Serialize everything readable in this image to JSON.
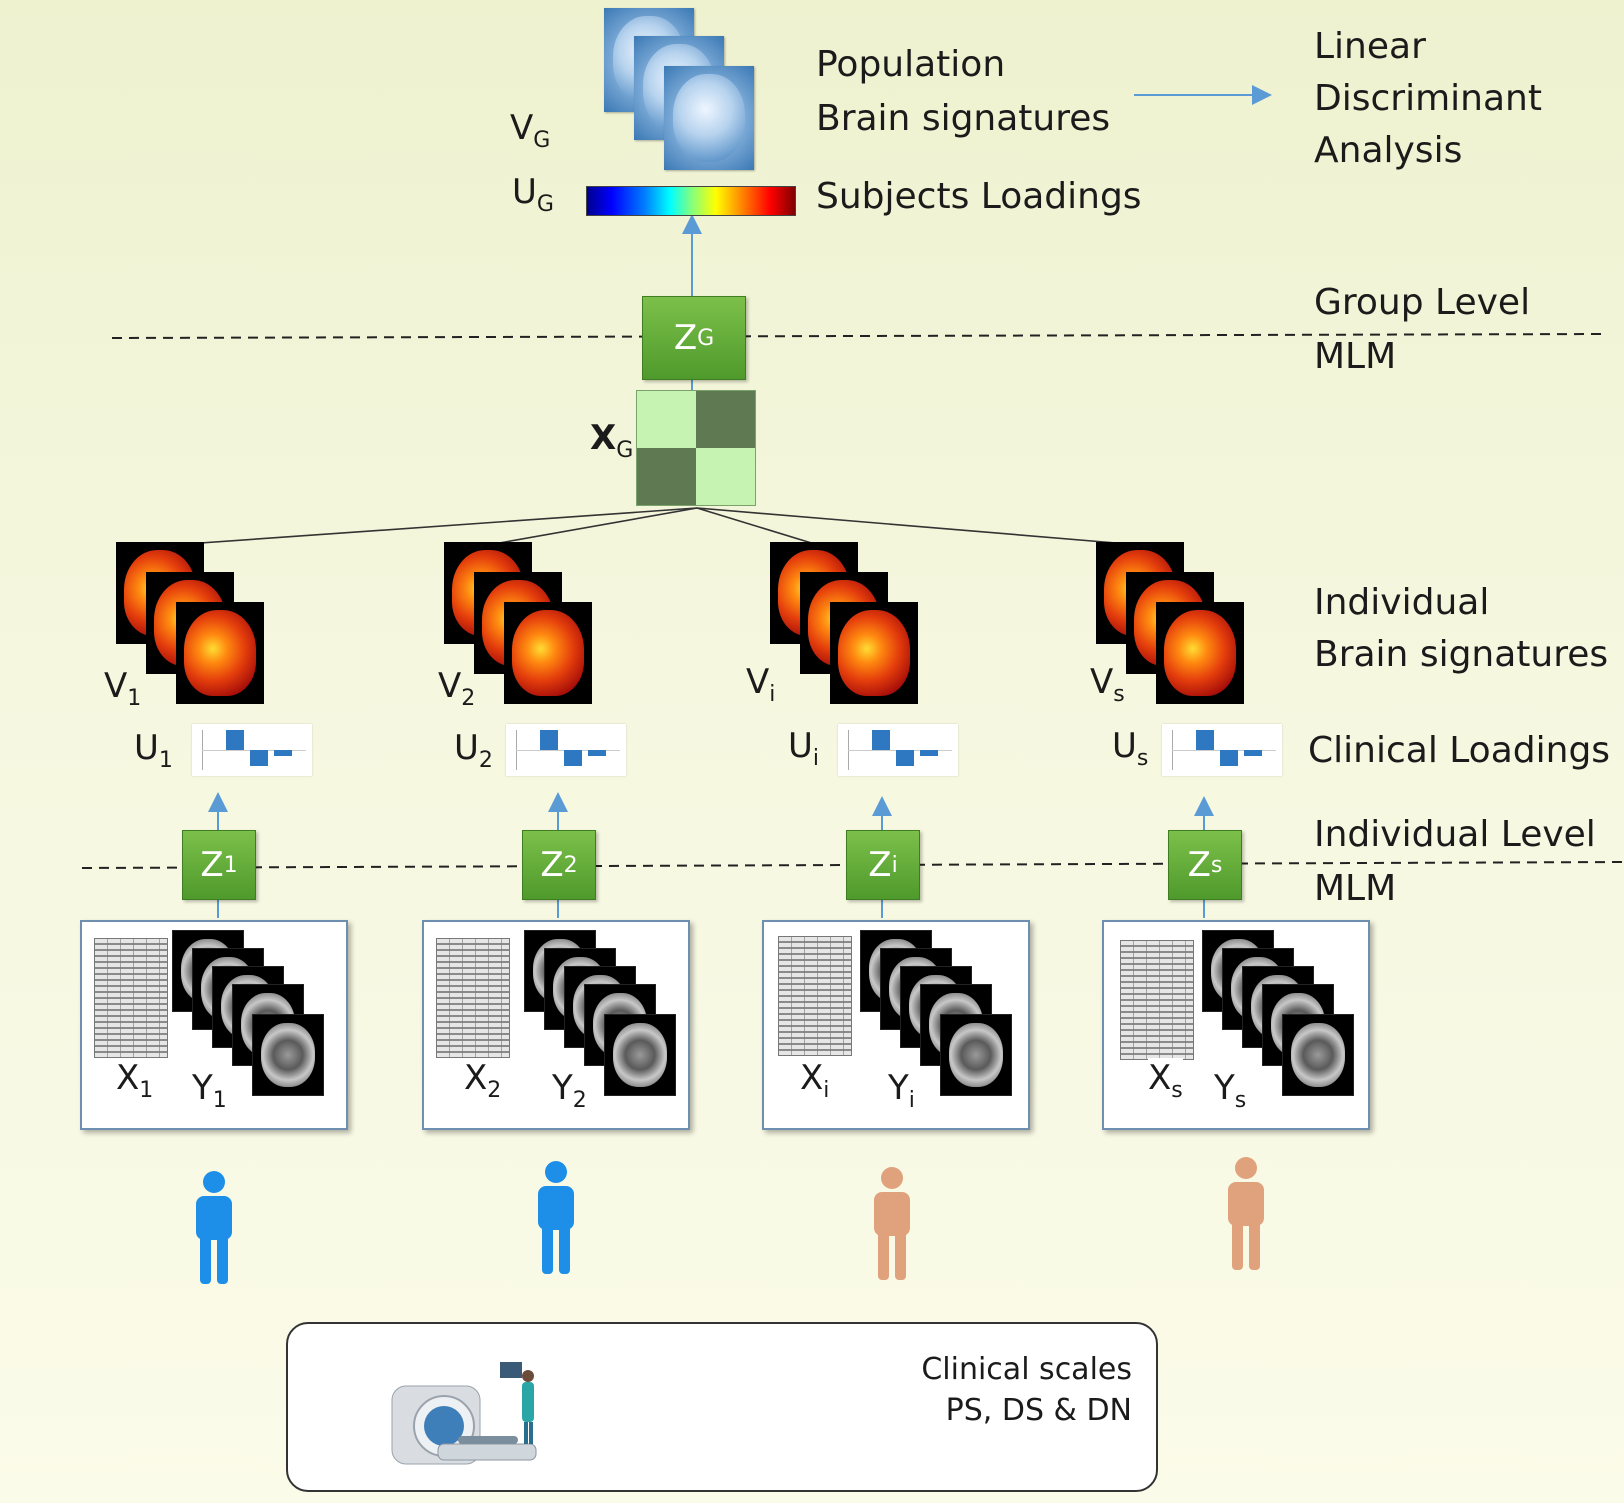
{
  "top": {
    "vg": {
      "base": "V",
      "sub": "G"
    },
    "ug": {
      "base": "U",
      "sub": "G"
    },
    "population_line1": "Population",
    "population_line2": "Brain signatures",
    "subjects_loadings": "Subjects Loadings",
    "lda_line1": "Linear",
    "lda_line2": "Discriminant",
    "lda_line3": "Analysis"
  },
  "group": {
    "z": {
      "base": "Z",
      "sub": "G"
    },
    "x": {
      "base": "X",
      "sub": "G"
    },
    "label_line1": "Group Level",
    "label_line2": "MLM"
  },
  "individual": {
    "brain_label_line1": "Individual",
    "brain_label_line2": "Brain signatures",
    "clinical_label": "Clinical Loadings",
    "level_label_line1": "Individual Level",
    "level_label_line2": "MLM"
  },
  "subjects": [
    {
      "v_sub": "1",
      "u_sub": "1",
      "z_sub": "1",
      "x_sub": "1",
      "y_sub": "1",
      "person_color": "#1e8fe8"
    },
    {
      "v_sub": "2",
      "u_sub": "2",
      "z_sub": "2",
      "x_sub": "2",
      "y_sub": "2",
      "person_color": "#1e8fe8"
    },
    {
      "v_sub": "i",
      "u_sub": "i",
      "z_sub": "i",
      "x_sub": "i",
      "y_sub": "i",
      "person_color": "#e0a27c"
    },
    {
      "v_sub": "s",
      "u_sub": "s",
      "z_sub": "s",
      "x_sub": "s",
      "y_sub": "s",
      "person_color": "#e0a27c"
    }
  ],
  "symbols": {
    "V": "V",
    "U": "U",
    "Z": "Z",
    "X": "X",
    "Y": "Y"
  },
  "scanner": {
    "line1": "Clinical scales",
    "line2": "PS, DS & DN",
    "icon": "mri-scanner-icon"
  },
  "colors": {
    "z_box": "#5ea83a",
    "jet_start": "#00008f",
    "jet_end": "#800000"
  }
}
